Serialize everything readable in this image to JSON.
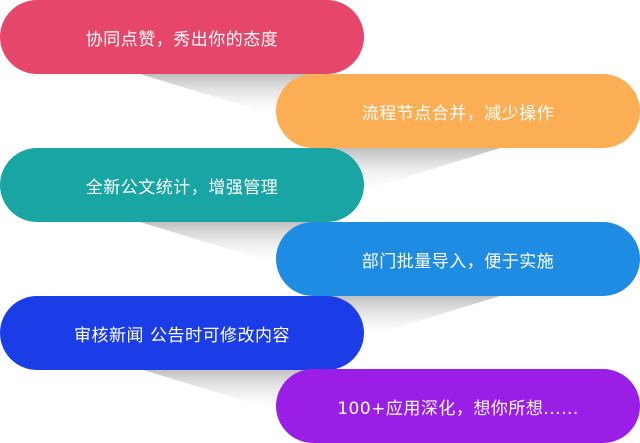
{
  "items": [
    {
      "label": "协同点赞，秀出你的态度",
      "color": "#e5466a"
    },
    {
      "label": "流程节点合并，减少操作",
      "color": "#fbae54"
    },
    {
      "label": "全新公文统计，增强管理",
      "color": "#18a5a4"
    },
    {
      "label": "部门批量导入，便于实施",
      "color": "#1d8ce2"
    },
    {
      "label": "审核新闻 公告时可修改内容",
      "color": "#1a3de8"
    },
    {
      "label": "100+应用深化，想你所想......",
      "color": "#9a1ee6"
    }
  ]
}
